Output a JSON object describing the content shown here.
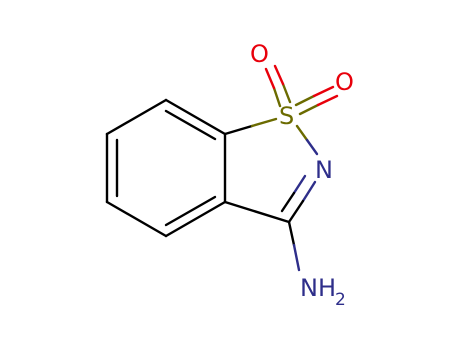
{
  "molecule": {
    "atoms": {
      "O1": "O",
      "O2": "O",
      "S": "S",
      "N": "N",
      "N_amine": "NH",
      "N_amine_subscript": "2"
    }
  },
  "colors": {
    "carbon_bond": "#000000",
    "oxygen": "#e8000b",
    "sulfur": "#6b6b00",
    "nitrogen": "#2e2e8a"
  }
}
